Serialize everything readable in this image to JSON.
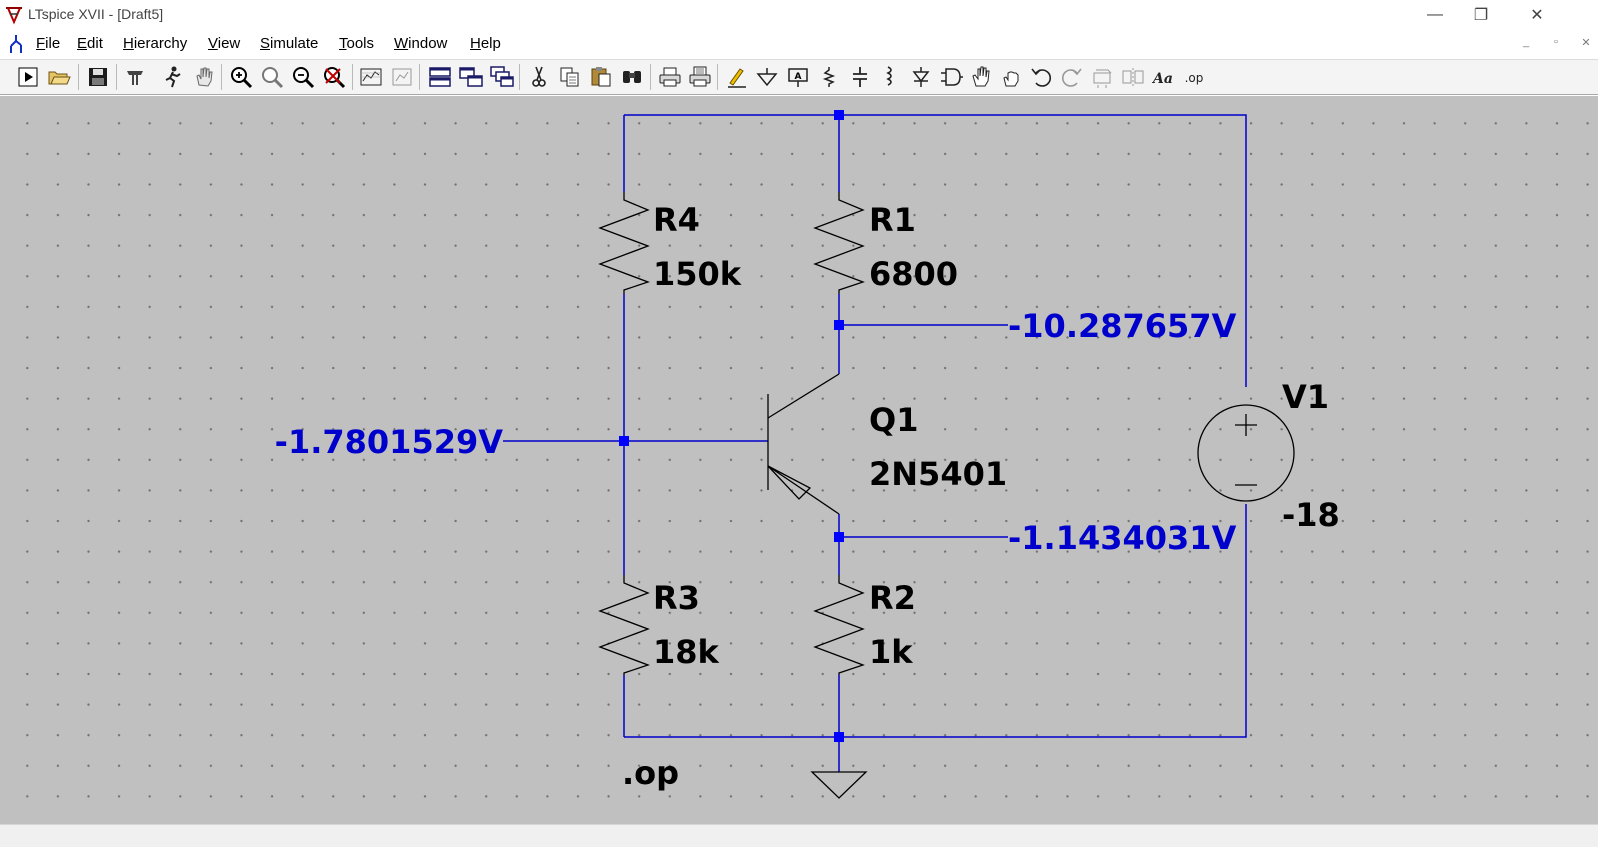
{
  "window": {
    "title": "LTspice XVII - [Draft5]",
    "controls": {
      "minimize": "—",
      "restore": "❐",
      "close": "✕"
    }
  },
  "menu": {
    "items": [
      {
        "label": "File",
        "accel": "F",
        "rest": "ile"
      },
      {
        "label": "Edit",
        "accel": "E",
        "rest": "dit"
      },
      {
        "label": "Hierarchy",
        "accel": "H",
        "rest": "ierarchy"
      },
      {
        "label": "View",
        "accel": "V",
        "rest": "iew"
      },
      {
        "label": "Simulate",
        "accel": "S",
        "rest": "imulate"
      },
      {
        "label": "Tools",
        "accel": "T",
        "rest": "ools"
      },
      {
        "label": "Window",
        "accel": "W",
        "rest": "indow"
      },
      {
        "label": "Help",
        "accel": "H",
        "rest": "elp"
      }
    ],
    "mdi_controls": {
      "minimize": "_",
      "restore": "▫",
      "close": "✕"
    }
  },
  "toolbar": {
    "buttons": [
      "run-icon",
      "open-icon",
      "save-icon",
      "control-panel-icon",
      "halt-icon",
      "pan-icon",
      "zoom-in-icon",
      "zoom-fit-icon",
      "zoom-out-icon",
      "zoom-cancel-icon",
      "autorange-icon",
      "add-trace-icon",
      "tile-horizontal-icon",
      "tile-vertical-icon",
      "cascade-icon",
      "cut-icon",
      "copy-icon",
      "paste-icon",
      "find-icon",
      "print-icon",
      "print-setup-icon",
      "wire-icon",
      "ground-icon",
      "label-net-icon",
      "resistor-icon",
      "capacitor-icon",
      "inductor-icon",
      "diode-icon",
      "component-icon",
      "move-icon",
      "drag-icon",
      "undo-icon",
      "redo-icon",
      "rotate-icon",
      "mirror-icon",
      "text-icon",
      "spice-directive-icon"
    ],
    "text_button_label": "Aa",
    "directive_button_label": ".op"
  },
  "schematic": {
    "components": {
      "R4": {
        "name": "R4",
        "value": "150k"
      },
      "R1": {
        "name": "R1",
        "value": "6800"
      },
      "R3": {
        "name": "R3",
        "value": "18k"
      },
      "R2": {
        "name": "R2",
        "value": "1k"
      },
      "Q1": {
        "name": "Q1",
        "value": "2N5401"
      },
      "V1": {
        "name": "V1",
        "value": "-18"
      }
    },
    "voltages": {
      "collector": "-10.287657V",
      "base": "-1.7801529V",
      "emitter": "-1.1434031V"
    },
    "directive": ".op",
    "colors": {
      "wire": "#0000cc",
      "junction": "#0000ff",
      "voltage_label": "#0000cc",
      "component": "#000000",
      "canvas": "#c0c0c0"
    }
  }
}
